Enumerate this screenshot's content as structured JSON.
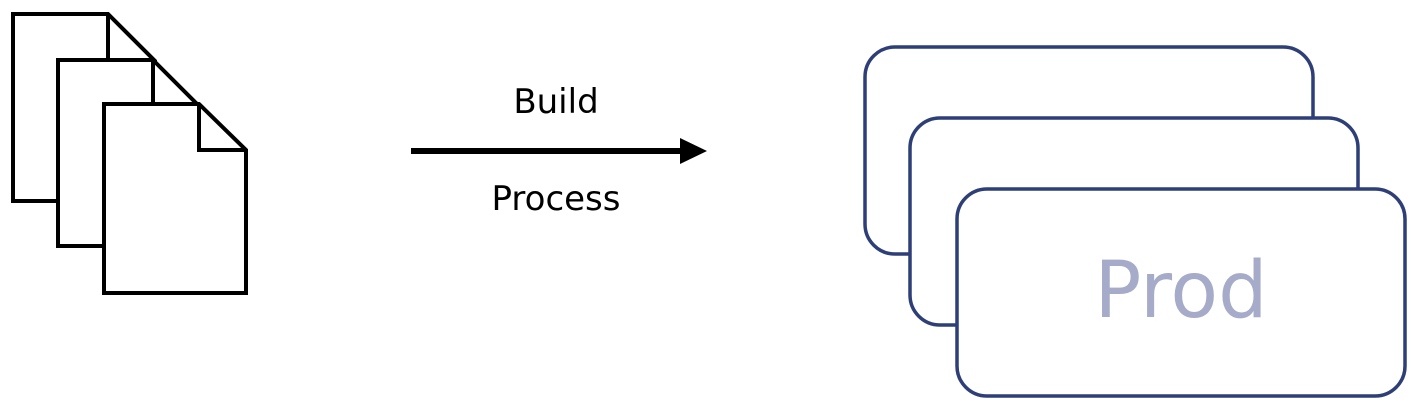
{
  "arrow": {
    "top_label": "Build",
    "bottom_label": "Process"
  },
  "target": {
    "label": "Prod"
  },
  "colors": {
    "document_stroke": "#000000",
    "arrow": "#000000",
    "card_stroke": "#2e3f78",
    "prod_text": "#a5abc8"
  }
}
